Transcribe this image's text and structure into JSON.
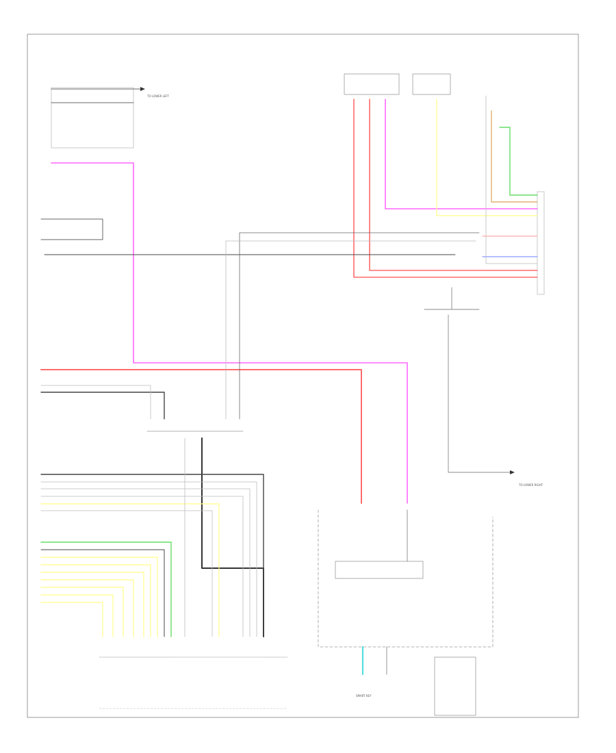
{
  "labels": {
    "to_lower_left": "TO LOWER LEFT",
    "to_lower_right": "TO LOWER RIGHT",
    "smart_key": "SMART KEY"
  },
  "colors": {
    "red": "#ff6b6b",
    "magenta": "#ff66ff",
    "green": "#66dd66",
    "yellow": "#ffff88",
    "orange": "#e0b070",
    "blue": "#8899ff",
    "cyan": "#55dddd",
    "dark": "#333333",
    "gray": "#888888",
    "light_gray": "#bbbbbb"
  }
}
